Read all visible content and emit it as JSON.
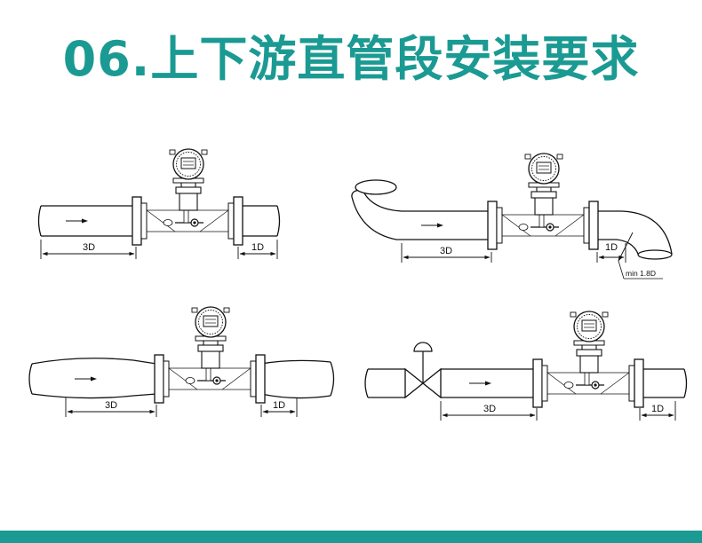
{
  "title": "06.上下游直管段安装要求",
  "colors": {
    "accent": "#1a9a92",
    "line": "#111111"
  },
  "panels": [
    {
      "id": "straight-pipe",
      "upstream_label": "3D",
      "downstream_label": "1D"
    },
    {
      "id": "elbow-pipe",
      "upstream_label": "3D",
      "downstream_label": "1D",
      "note": "min 1.8D"
    },
    {
      "id": "reducer-pipe",
      "upstream_label": "3D",
      "downstream_label": "1D"
    },
    {
      "id": "valve-pipe",
      "upstream_label": "3D",
      "downstream_label": "1D"
    }
  ]
}
